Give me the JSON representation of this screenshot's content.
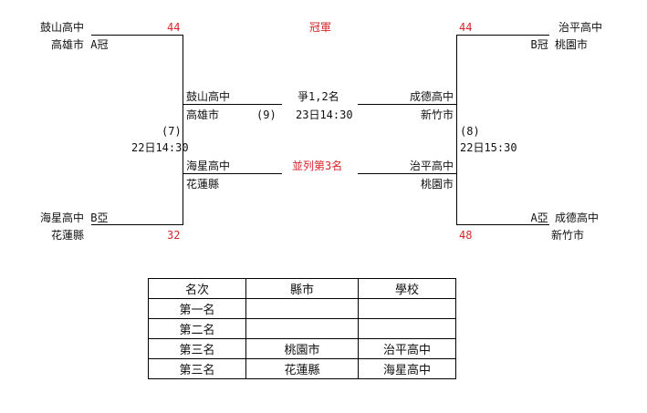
{
  "bracket": {
    "champion_label": "冠軍",
    "left_top": {
      "school": "鼓山高中",
      "city_seed": "高雄市 A冠",
      "score": "44"
    },
    "left_bottom": {
      "school": "海星高中 B亞",
      "city": "花蓮縣",
      "score": "32"
    },
    "right_top": {
      "school": "治平高中",
      "city_seed": "B冠 桃園市",
      "score": "44"
    },
    "right_bottom": {
      "school": "A亞 成德高中",
      "city": "新竹市",
      "score": "48"
    },
    "left_match": {
      "number": "(7)",
      "time": "22日14:30"
    },
    "right_match": {
      "number": "(8)",
      "time": "22日15:30"
    },
    "center_match": {
      "number": "(9)",
      "title": "爭1,2名",
      "time": "23日14:30"
    },
    "third_label": "並列第3名",
    "mid_left_top": {
      "school": "鼓山高中",
      "city": "高雄市"
    },
    "mid_left_bottom": {
      "school": "海星高中",
      "city": "花蓮縣"
    },
    "mid_right_top": {
      "school": "成德高中",
      "city": "新竹市"
    },
    "mid_right_bottom": {
      "school": "治平高中",
      "city": "桃園市"
    }
  },
  "results_table": {
    "headers": [
      "名次",
      "縣市",
      "學校"
    ],
    "rows": [
      [
        "第一名",
        "",
        ""
      ],
      [
        "第二名",
        "",
        ""
      ],
      [
        "第三名",
        "桃園市",
        "治平高中"
      ],
      [
        "第三名",
        "花蓮縣",
        "海星高中"
      ]
    ]
  }
}
